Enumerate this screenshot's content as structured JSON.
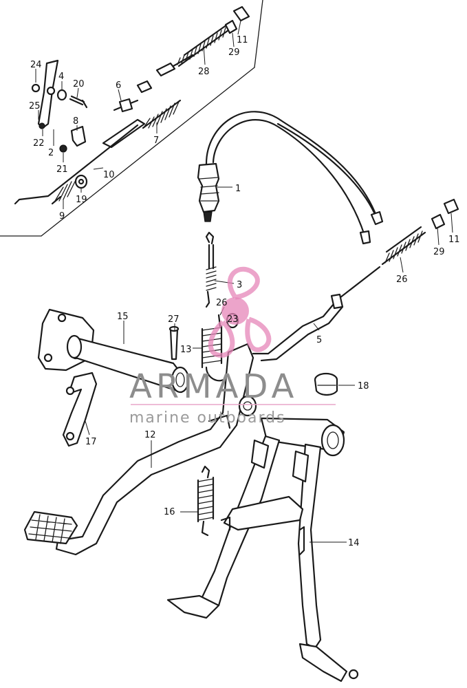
{
  "watermark": {
    "brand": "ARMADA",
    "tagline": "marine outboards",
    "accent_color": "#e586b8"
  },
  "callouts": [
    {
      "id": "c24",
      "label": "24"
    },
    {
      "id": "c4",
      "label": "4"
    },
    {
      "id": "c20",
      "label": "20"
    },
    {
      "id": "c6",
      "label": "6"
    },
    {
      "id": "c25",
      "label": "25"
    },
    {
      "id": "c8",
      "label": "8"
    },
    {
      "id": "c22",
      "label": "22"
    },
    {
      "id": "c2",
      "label": "2"
    },
    {
      "id": "c7",
      "label": "7"
    },
    {
      "id": "c21",
      "label": "21"
    },
    {
      "id": "c10",
      "label": "10"
    },
    {
      "id": "c9",
      "label": "9"
    },
    {
      "id": "c19",
      "label": "19"
    },
    {
      "id": "c11a",
      "label": "11"
    },
    {
      "id": "c29a",
      "label": "29"
    },
    {
      "id": "c28",
      "label": "28"
    },
    {
      "id": "c1",
      "label": "1"
    },
    {
      "id": "c11b",
      "label": "11"
    },
    {
      "id": "c29b",
      "label": "29"
    },
    {
      "id": "c26a",
      "label": "26"
    },
    {
      "id": "c3",
      "label": "3"
    },
    {
      "id": "c26b",
      "label": "26"
    },
    {
      "id": "c23",
      "label": "23"
    },
    {
      "id": "c27",
      "label": "27"
    },
    {
      "id": "c15",
      "label": "15"
    },
    {
      "id": "c13",
      "label": "13"
    },
    {
      "id": "c5",
      "label": "5"
    },
    {
      "id": "c18",
      "label": "18"
    },
    {
      "id": "c17",
      "label": "17"
    },
    {
      "id": "c12",
      "label": "12"
    },
    {
      "id": "c16",
      "label": "16"
    },
    {
      "id": "c14",
      "label": "14"
    }
  ]
}
